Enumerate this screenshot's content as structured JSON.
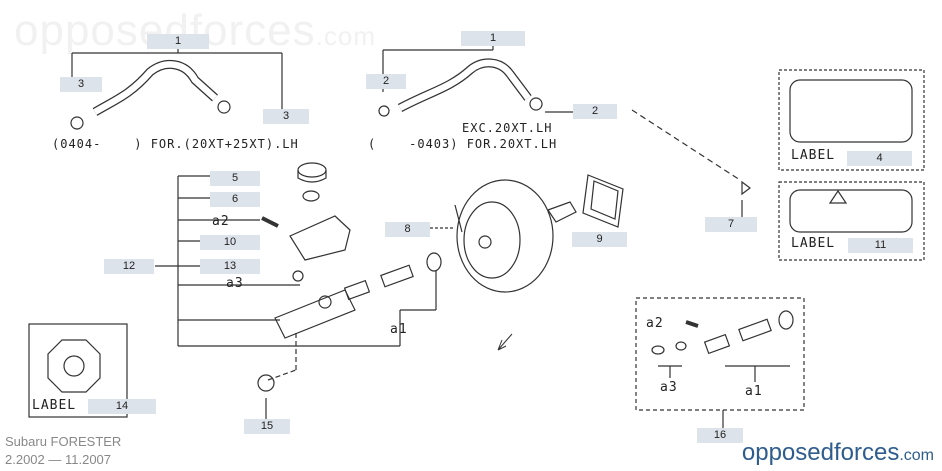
{
  "watermark": {
    "main": "opposedforces",
    "suffix": ".com"
  },
  "callouts": {
    "c1a": "1",
    "c1b": "1",
    "c2a": "2",
    "c2b": "2",
    "c3a": "3",
    "c3b": "3",
    "c4": "4",
    "c5": "5",
    "c6": "6",
    "c7": "7",
    "c8": "8",
    "c9": "9",
    "c10": "10",
    "c11": "11",
    "c12": "12",
    "c13": "13",
    "c14": "14",
    "c15": "15",
    "c16": "16"
  },
  "texts": {
    "left_note": "(0404-    ) FOR.(20XT+25XT).LH",
    "right_note_1": "EXC.20XT.LH",
    "right_note_2": "(    -0403) FOR.20XT.LH",
    "label_word": "LABEL",
    "a1": "a1",
    "a2": "a2",
    "a3": "a3",
    "kit_a1": "a1",
    "kit_a2": "a2",
    "kit_a3": "a3"
  },
  "footer": {
    "model": "Subaru FORESTER",
    "dates": "2.2002 — 11.2007"
  },
  "brand": {
    "main": "opposedforces",
    "suffix": ".com",
    "color": "#2e5d8e"
  }
}
